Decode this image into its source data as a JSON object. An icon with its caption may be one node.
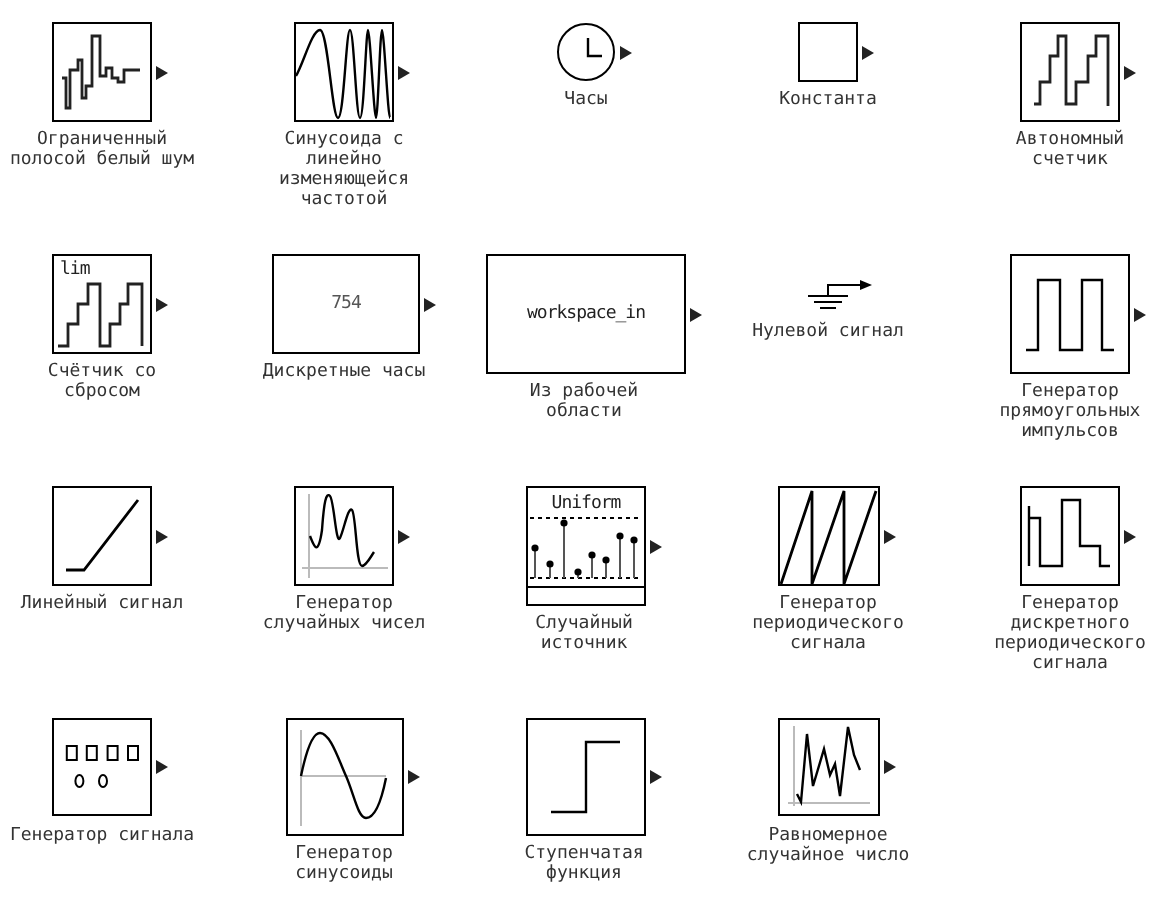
{
  "diagram": {
    "nodes": [
      {
        "text": [
          "Ограниченный полосой белый шум"
        ]
      },
      {
        "text": [
          "Синусоида с линейно изменяющейся частотой"
        ]
      },
      {
        "text": [
          "Часы"
        ]
      },
      {
        "text": [
          "Константа"
        ]
      },
      {
        "text": [
          "Автономный счетчик"
        ]
      },
      {
        "text": [
          "lim",
          "Счётчик со сбросом"
        ]
      },
      {
        "text": [
          "754",
          "Дискретные часы"
        ]
      },
      {
        "text": [
          "workspace_in",
          "Из рабочей области"
        ]
      },
      {
        "text": [
          "Нулевой сигнал"
        ]
      },
      {
        "text": [
          "Генератор прямоугольных импульсов"
        ]
      },
      {
        "text": [
          "Линейный сигнал"
        ]
      },
      {
        "text": [
          "Генератор случайных чисел"
        ]
      },
      {
        "text": [
          "Uniform",
          "Случайный источник"
        ]
      },
      {
        "text": [
          "Генератор периодического сигнала"
        ]
      },
      {
        "text": [
          "Генератор дискретного периодического сигнала"
        ]
      },
      {
        "text": [
          "Генератор сигнала"
        ]
      },
      {
        "text": [
          "Генератор синусоиды"
        ]
      },
      {
        "text": [
          "Ступенчатая функция"
        ]
      },
      {
        "text": [
          "Равномерное случайное число"
        ]
      }
    ]
  }
}
